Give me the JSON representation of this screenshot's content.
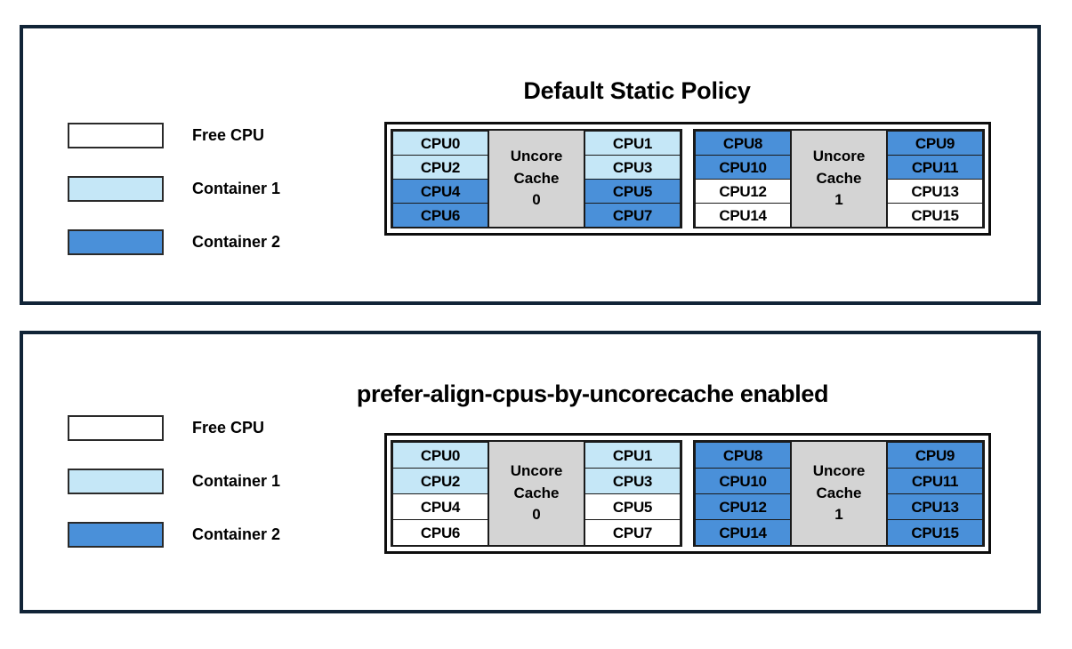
{
  "colors": {
    "free": "#ffffff",
    "container1": "#c5e7f7",
    "container2": "#4a90d9",
    "cache": "#d4d4d4",
    "panel_border": "#112437",
    "cell_border": "#1a1a1a",
    "text": "#000000"
  },
  "legend": {
    "items": [
      {
        "label": "Free CPU",
        "fill": "#ffffff"
      },
      {
        "label": "Container 1",
        "fill": "#c5e7f7"
      },
      {
        "label": "Container 2",
        "fill": "#4a90d9"
      }
    ]
  },
  "panels": [
    {
      "title": "Default Static Policy",
      "groups": [
        {
          "cache_label_line1": "Uncore",
          "cache_label_line2": "Cache",
          "cache_label_line3": "0",
          "left_column": [
            {
              "label": "CPU0",
              "fill": "#c5e7f7",
              "owner": "Container 1"
            },
            {
              "label": "CPU2",
              "fill": "#c5e7f7",
              "owner": "Container 1"
            },
            {
              "label": "CPU4",
              "fill": "#4a90d9",
              "owner": "Container 2"
            },
            {
              "label": "CPU6",
              "fill": "#4a90d9",
              "owner": "Container 2"
            }
          ],
          "right_column": [
            {
              "label": "CPU1",
              "fill": "#c5e7f7",
              "owner": "Container 1"
            },
            {
              "label": "CPU3",
              "fill": "#c5e7f7",
              "owner": "Container 1"
            },
            {
              "label": "CPU5",
              "fill": "#4a90d9",
              "owner": "Container 2"
            },
            {
              "label": "CPU7",
              "fill": "#4a90d9",
              "owner": "Container 2"
            }
          ]
        },
        {
          "cache_label_line1": "Uncore",
          "cache_label_line2": "Cache",
          "cache_label_line3": "1",
          "left_column": [
            {
              "label": "CPU8",
              "fill": "#4a90d9",
              "owner": "Container 2"
            },
            {
              "label": "CPU10",
              "fill": "#4a90d9",
              "owner": "Container 2"
            },
            {
              "label": "CPU12",
              "fill": "#ffffff",
              "owner": "Free CPU"
            },
            {
              "label": "CPU14",
              "fill": "#ffffff",
              "owner": "Free CPU"
            }
          ],
          "right_column": [
            {
              "label": "CPU9",
              "fill": "#4a90d9",
              "owner": "Container 2"
            },
            {
              "label": "CPU11",
              "fill": "#4a90d9",
              "owner": "Container 2"
            },
            {
              "label": "CPU13",
              "fill": "#ffffff",
              "owner": "Free CPU"
            },
            {
              "label": "CPU15",
              "fill": "#ffffff",
              "owner": "Free CPU"
            }
          ]
        }
      ]
    },
    {
      "title": "prefer-align-cpus-by-uncorecache enabled",
      "groups": [
        {
          "cache_label_line1": "Uncore",
          "cache_label_line2": "Cache",
          "cache_label_line3": "0",
          "left_column": [
            {
              "label": "CPU0",
              "fill": "#c5e7f7",
              "owner": "Container 1"
            },
            {
              "label": "CPU2",
              "fill": "#c5e7f7",
              "owner": "Container 1"
            },
            {
              "label": "CPU4",
              "fill": "#ffffff",
              "owner": "Free CPU"
            },
            {
              "label": "CPU6",
              "fill": "#ffffff",
              "owner": "Free CPU"
            }
          ],
          "right_column": [
            {
              "label": "CPU1",
              "fill": "#c5e7f7",
              "owner": "Container 1"
            },
            {
              "label": "CPU3",
              "fill": "#c5e7f7",
              "owner": "Container 1"
            },
            {
              "label": "CPU5",
              "fill": "#ffffff",
              "owner": "Free CPU"
            },
            {
              "label": "CPU7",
              "fill": "#ffffff",
              "owner": "Free CPU"
            }
          ]
        },
        {
          "cache_label_line1": "Uncore",
          "cache_label_line2": "Cache",
          "cache_label_line3": "1",
          "left_column": [
            {
              "label": "CPU8",
              "fill": "#4a90d9",
              "owner": "Container 2"
            },
            {
              "label": "CPU10",
              "fill": "#4a90d9",
              "owner": "Container 2"
            },
            {
              "label": "CPU12",
              "fill": "#4a90d9",
              "owner": "Container 2"
            },
            {
              "label": "CPU14",
              "fill": "#4a90d9",
              "owner": "Container 2"
            }
          ],
          "right_column": [
            {
              "label": "CPU9",
              "fill": "#4a90d9",
              "owner": "Container 2"
            },
            {
              "label": "CPU11",
              "fill": "#4a90d9",
              "owner": "Container 2"
            },
            {
              "label": "CPU13",
              "fill": "#4a90d9",
              "owner": "Container 2"
            },
            {
              "label": "CPU15",
              "fill": "#4a90d9",
              "owner": "Container 2"
            }
          ]
        }
      ]
    }
  ]
}
